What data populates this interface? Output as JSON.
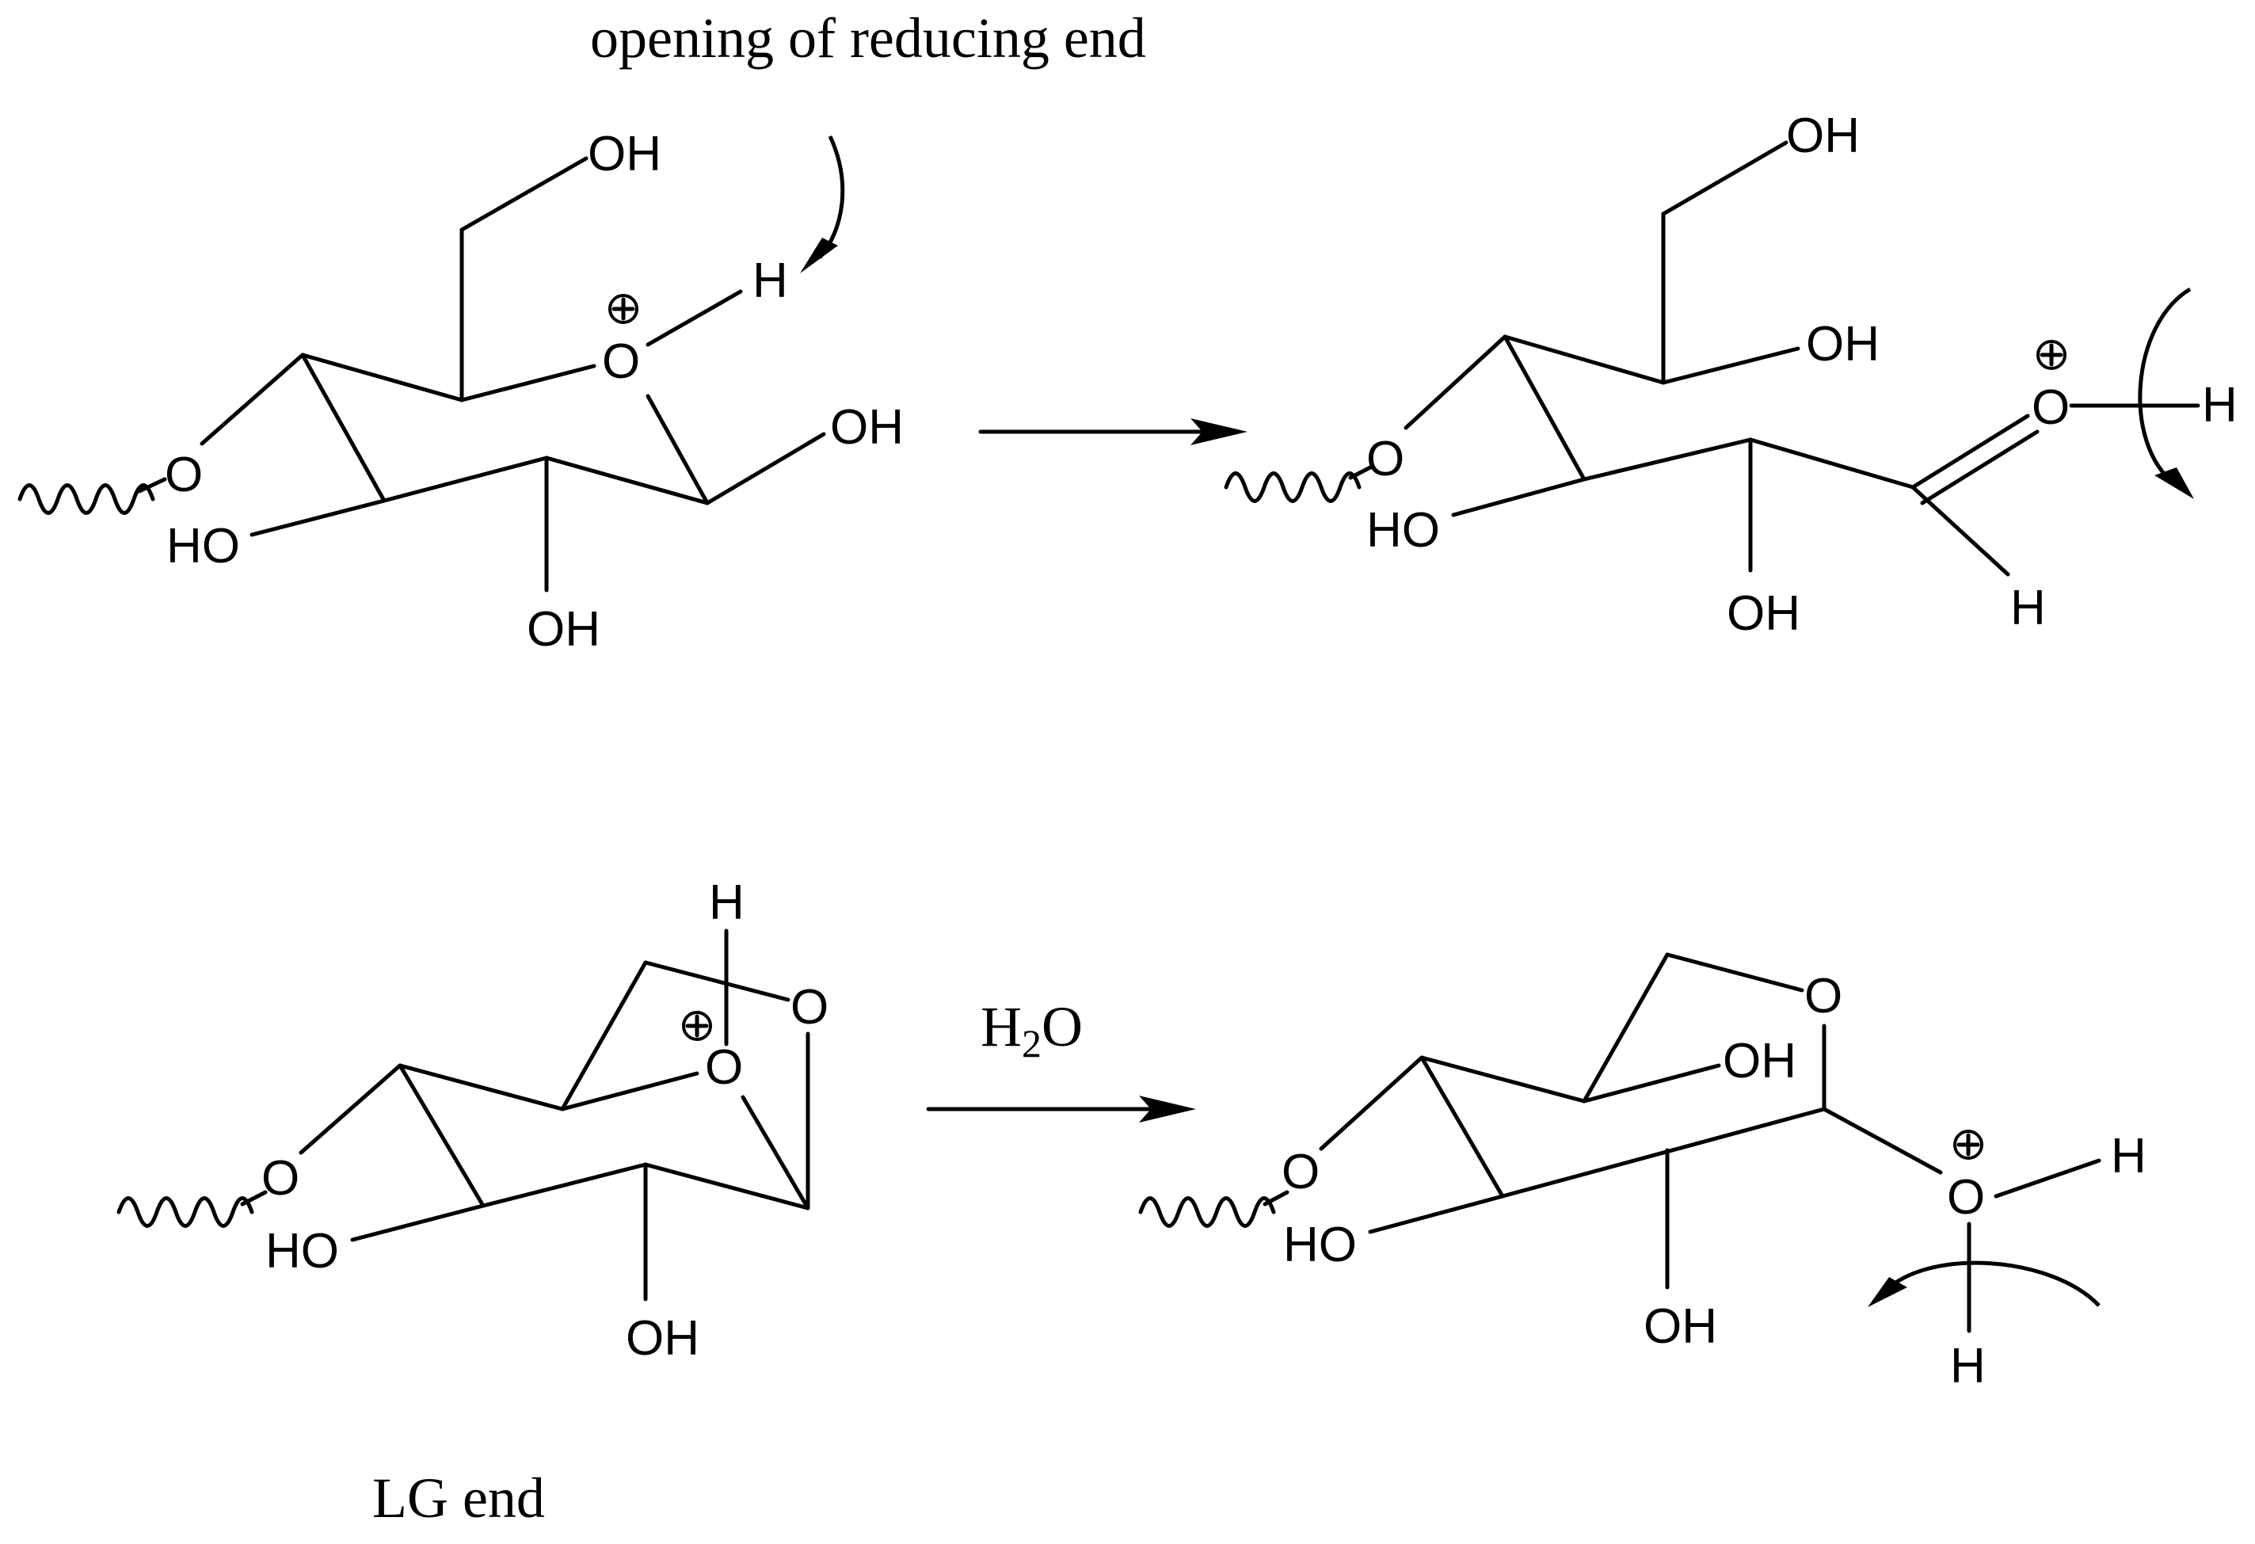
{
  "captions": {
    "reducing_end": "opening of reducing end",
    "lg_end": "LG end",
    "reagent_h": "H",
    "reagent_sub": "2",
    "reagent_o": "O"
  },
  "atoms": {
    "oh": "OH",
    "ho": "HO",
    "o": "O",
    "h": "H"
  }
}
